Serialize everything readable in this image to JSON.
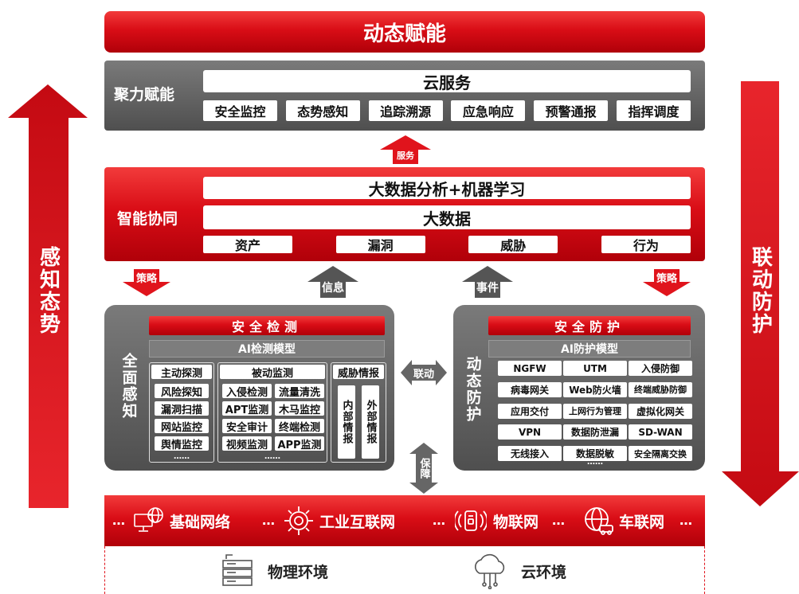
{
  "top": {
    "title": "动态赋能"
  },
  "cloud": {
    "label": "聚力赋能",
    "title": "云服务",
    "items": [
      "安全监控",
      "态势感知",
      "追踪溯源",
      "应急响应",
      "预警通报",
      "指挥调度"
    ]
  },
  "arrows": {
    "service": "服务",
    "strategy": "策略",
    "info": "信息",
    "event": "事件",
    "linkage": "联动",
    "guarantee": "保障"
  },
  "intel": {
    "label": "智能协同",
    "bar1": "大数据分析+机器学习",
    "bar2": "大数据",
    "items": [
      "资产",
      "漏洞",
      "威胁",
      "行为"
    ]
  },
  "side": {
    "left": "感知态势",
    "right": "联动防护"
  },
  "detect": {
    "side_label": "全面感知",
    "title": "安全检测",
    "model": "AI检测模型",
    "active": {
      "header": "主动探测",
      "items": [
        "风险探知",
        "漏洞扫描",
        "网站监控",
        "舆情监控"
      ],
      "more": "……"
    },
    "passive": {
      "header": "被动监测",
      "items": [
        "入侵检测",
        "流量清洗",
        "APT监测",
        "木马监控",
        "安全审计",
        "终端检测",
        "视频监测",
        "APP监测"
      ],
      "more": "……"
    },
    "threat": {
      "header": "威胁情报",
      "inner": "内部情报",
      "outer": "外部情报"
    }
  },
  "protect": {
    "side_label": "动态防护",
    "title": "安全防护",
    "model": "AI防护模型",
    "items": [
      "NGFW",
      "UTM",
      "入侵防御",
      "病毒网关",
      "Web防火墙",
      "终端威胁防御",
      "应用交付",
      "上网行为管理",
      "虚拟化网关",
      "VPN",
      "数据防泄漏",
      "SD-WAN",
      "无线接入",
      "数据脱敏",
      "安全隔离交换"
    ],
    "more": "……"
  },
  "bottom": {
    "networks": [
      "基础网络",
      "工业互联网",
      "物联网",
      "车联网"
    ],
    "ellipsis": "…",
    "env1": "物理环境",
    "env2": "云环境"
  },
  "colors": {
    "red": "#d90d16",
    "gray": "#555555"
  }
}
